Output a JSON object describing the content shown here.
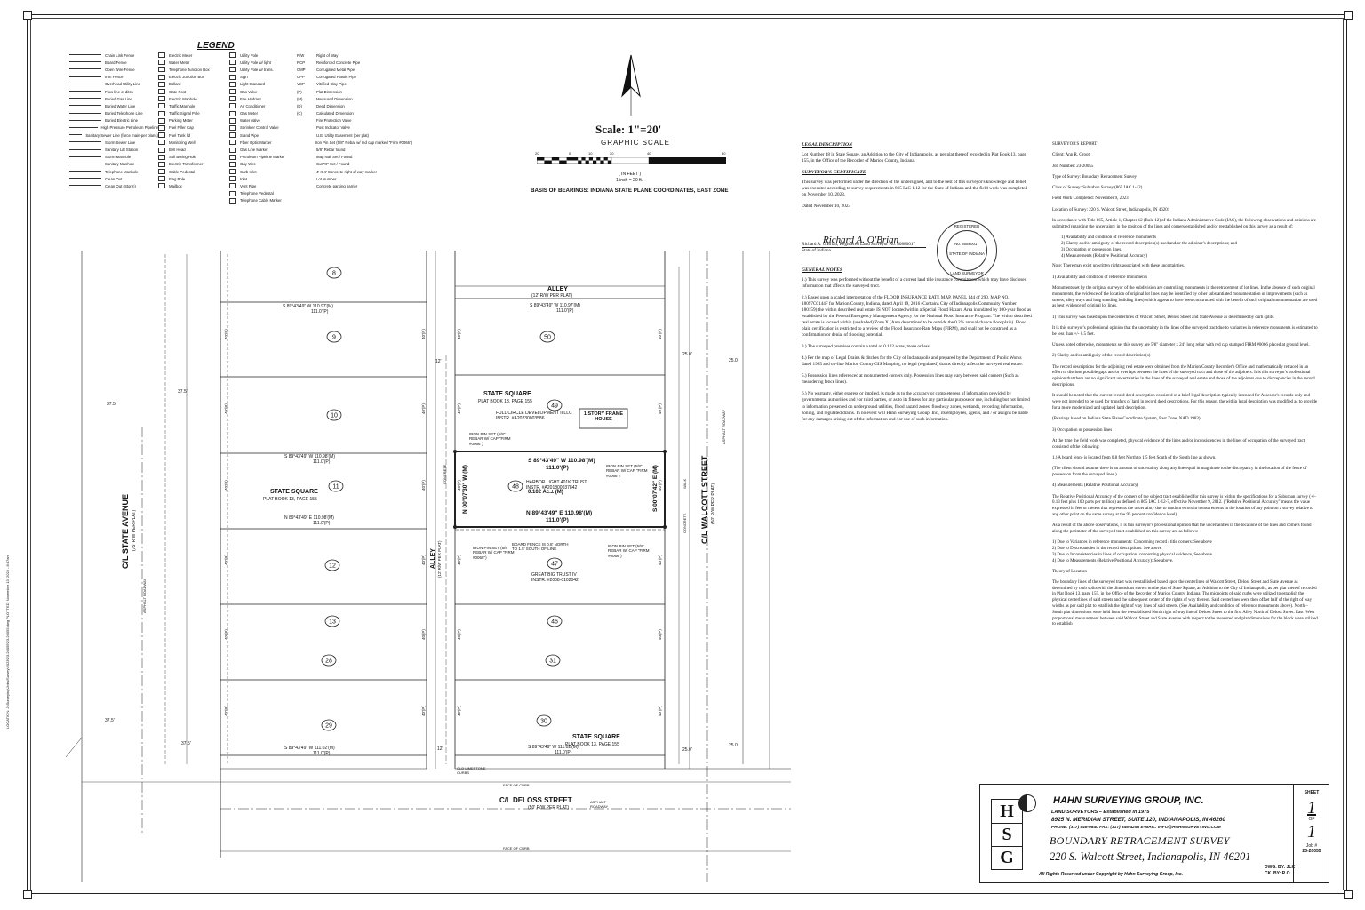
{
  "legend": {
    "title": "LEGEND",
    "col1": [
      "Chain Link Fence",
      "Board Fence",
      "Open Wire Fence",
      "Iron Fence",
      "Overhead Utility Line",
      "Flow line of ditch",
      "Buried Gas Line",
      "Buried Water Line",
      "Buried Telephone Line",
      "Buried Electric Line",
      "High Pressure Petroleum Pipeline",
      "Sanitary Sewer Line (force main-per plans)",
      "Storm Sewer Line",
      "Sanitary Lift Station",
      "Storm Manhole",
      "Sanitary Manhole",
      "Telephone Manhole",
      "Clean Out",
      "Clean Out (Storm)"
    ],
    "col2": [
      "Electric Meter",
      "Water Meter",
      "Telephone Junction Box",
      "Electric Junction Box",
      "Bollard",
      "Gate Post",
      "Electric Manhole",
      "Traffic Manhole",
      "Traffic Signal Pole",
      "Parking Meter",
      "Fuel Filler Cap",
      "Fuel Tank lid",
      "Monitoring Well",
      "Bell Head",
      "Soil Boring Hole",
      "Electric Transformer",
      "Cable Pedestal",
      "Flag Pole",
      "Mailbox"
    ],
    "col3": [
      "Utility Pole",
      "Utility Pole w/ light",
      "Utility Pole w/ trans.",
      "Sign",
      "Light Standard",
      "Gas Valve",
      "Fire Hydrant",
      "Air Conditioner",
      "Gas Meter",
      "Water Valve",
      "Sprinkler Control Valve",
      "Stand Pipe",
      "Fiber Optic Marker",
      "Gas Line Marker",
      "Petroleum Pipeline Marker",
      "Guy Wire",
      "Curb Inlet",
      "Inlet",
      "Vent Pipe",
      "Telephone Pedestal",
      "Telephone Cable Marker"
    ],
    "col4": [
      "Right of Way",
      "Reinforced Concrete Pipe",
      "Corrugated Metal Pipe",
      "Corrugated Plastic Pipe",
      "Vitrified Clay Pipe",
      "Plat Dimension",
      "Measured Dimension",
      "Deed Dimension",
      "Calculated Dimension",
      "Fire Protection Valve",
      "Post Indicator Valve",
      "U.E. Utility Easement (per plat)",
      "Iron Pin Set (5/8\" Rebar w/ red cap marked \"Firm #0066\")",
      "5/8\" Rebar found",
      "Mag Nail Set / Found",
      "Cut \"X\" Set / Found",
      "4' X 4' Concrete right of way marker",
      "Lot Number",
      "Concrete parking barrier"
    ],
    "col4_abbr": [
      "R/W",
      "RCP",
      "CMP",
      "CPP",
      "VCP",
      "(P)",
      "(M)",
      "(D)",
      "(C)",
      "",
      "",
      "",
      "",
      "",
      "",
      "",
      "",
      "",
      ""
    ]
  },
  "scale": {
    "title": "Scale: 1\"=20'",
    "graphic": "GRAPHIC SCALE",
    "ticks": [
      "20",
      "0",
      "10",
      "20",
      "40",
      "80"
    ],
    "in_feet": "( IN FEET )",
    "inch_eq": "1 inch = 20 ft.",
    "basis": "BASIS OF BEARINGS: INDIANA STATE PLANE COORDINATES, EAST ZONE"
  },
  "plat": {
    "lots": [
      "8",
      "9",
      "10",
      "11",
      "12",
      "13",
      "28",
      "29",
      "50",
      "49",
      "48",
      "47",
      "46",
      "31",
      "30"
    ],
    "state_ave": "C/L STATE AVENUE",
    "state_ave_rw": "(75' R/W PER PLAT)",
    "walcott": "C/L WALCOTT STREET",
    "walcott_rw": "(50' R/W PER PLAT)",
    "deloss": "C/L DELOSS STREET",
    "deloss_rw": "(50' R/W PER PLAT)",
    "alley_top": "ALLEY",
    "alley_top_rw": "(12' R/W PER PLAT)",
    "alley_mid": "ALLEY",
    "alley_mid_rw": "(12' R/W PER PLAT)",
    "state_square_1": "STATE SQUARE",
    "state_square_1_sub": "PLAT BOOK 13, PAGE 155",
    "state_square_2": "STATE SQUARE",
    "state_square_2_sub": "PLAT BOOK 13, PAGE 155",
    "state_square_3": "STATE SQUARE",
    "state_square_3_sub": "PLAT BOOK 13, PAGE 155",
    "owner_49": "FULL CIRCLE DEVELOPMENT II LLC",
    "instr_49": "INSTR. #A20230003586",
    "owner_48": "HARBOR LIGHT 401K TRUST",
    "instr_48": "INSTR. #A201800037842",
    "area_48": "0.102 Ac.± (M)",
    "owner_47": "GREAT BIG TRUST IV",
    "instr_47": "INSTR. #2008-0102042",
    "frame_house": "1 STORY FRAME HOUSE",
    "bearing_top": "S 89°43'49\" W  110.98'(M)",
    "bearing_top_p": "111.0'(P)",
    "bearing_bottom": "N 89°43'49\" E  110.98'(M)",
    "bearing_bottom_p": "111.0'(P)",
    "bearing_left": "N 00°07'30\" W (M)",
    "bearing_right": "S 00°07'42\" E (M)",
    "dim_40": "40'(P)",
    "label_s_top": "S 89°43'49\" W  110.97'(M)",
    "label_s_top_p": "111.0'(P)",
    "label_9": "S 89°43'49\" W  110.98'(M)",
    "label_11": "N 89°43'49\" E  110.98'(M)",
    "label_29": "S 89°43'49\" W  111.02'(M)",
    "label_30": "S 89°43'49\" W  111.02'(M)",
    "pin_1": "IRON PIN SET (5/8\" REBAR W/ CAP \"FIRM #0066\")",
    "pin_2": "IRON PIN SET (5/8\" REBAR W/ CAP \"FIRM #0066\")",
    "pin_3": "IRON PIN SET (5/8\" REBAR W/ CAP \"FIRM #0066\")",
    "pin_4": "IRON PIN SET (5/8\" REBAR W/ CAP \"FIRM #0066\")",
    "fence_note": "BOARD FENCE IS 0.8' NORTH TO 1.5' SOUTH OF LINE",
    "old_curbs": "OLD LIMESTONE CURBS",
    "face_curb": "FACE OF CURB",
    "asphalt": "ASPHALT ROADWAY",
    "concrete": "CONCRETE",
    "walk": "WALK",
    "d375": "37.5'",
    "d250": "25.0'",
    "d12": "12'"
  },
  "notes": {
    "legal_h": "LEGAL DESCRIPTION",
    "legal": "Lot Number 48 in State Square, an Addition to the City of Indianapolis, as per plat thereof recorded in Plat Book 13, page 155, in the Office of the Recorder of Marion County, Indiana.",
    "cert_h": "SURVEYOR'S CERTIFICATE",
    "cert": "This survey was performed under the direction of the undersigned, and to the best of this surveyor's knowledge and belief was executed according to survey requirements in 865 IAC 1.12 for the State of Indiana and the field work was completed on November 10, 2023.",
    "dated": "Dated November 10, 2023",
    "signature": "Richard A. O'Brian",
    "surveyor": "Richard A. O'Brian, Registered Land Surveyor No. 80880017",
    "state": "State of Indiana",
    "seal_reg": "REGISTERED",
    "seal_no": "No. 80880017",
    "seal_state": "STATE OF INDIANA",
    "seal_ls": "LAND SURVEYOR",
    "general_h": "GENERAL NOTES",
    "n1": "1.) This survey was performed without the benefit of a current land title insurance commitment which may have disclosed information that affects the surveyed tract.",
    "n2": "2.) Based upon a scaled interpretation of the FLOOD INSURANCE RATE MAP, PANEL 144 of 290, MAP NO. 18097C0144F for Marion County, Indiana, dated April 19, 2016 (Contains City of Indianapolis Community Number 180159) the within described real estate IS NOT located within a Special Flood Hazard Area inundated by 100-year flood as established by the Federal Emergency Management Agency for the National Flood Insurance Program. The within described real estate is located within (unshaded) Zone X (Area determined to be outside the 0.2% annual chance floodplain). Flood plain certification is restricted to a review of the Flood Insurance Rate Maps (FIRM), and shall not be construed as a confirmation or denial of flooding potential.",
    "n3": "3.) The surveyed premises contain a total of 0.102 acres, more or less.",
    "n4": "4.) Per the map of Legal Drains & ditches for the City of Indianapolis and prepared by the Department of Public Works dated 1985 and on-line Marion County GIS Mapping, no legal (regulated) drains directly affect the surveyed real estate.",
    "n5": "5.) Possession lines referenced at monumented corners only. Possession lines may vary between said corners (Such as meandering fence lines).",
    "n6": "6.) No warranty, either express or implied, is made as to the accuracy or completeness of information provided by governmental authorities and / or third parties, or as to its fitness for any particular purpose or use, including but not limited to information presented on underground utilities, flood hazard zones, floodway zones, wetlands, recording information, zoning, and regulated drains. In no event will Hahn Surveying Group, Inc., its employees, agents, and / or assigns be liable for any damages arising out of the information and / or use of such information."
  },
  "report": {
    "h": "SURVEYOR'S REPORT",
    "client": "Client: Ann R. Groot",
    "job": "Job Number: 23-20055",
    "type": "Type of Survey: Boundary Retracement Survey",
    "class": "Class of Survey: Suburban Survey (865 IAC 1-12)",
    "field": "Field Work Completed: November 9, 2023",
    "loc": "Location of Survey: 220 S. Walcott Street, Indianapolis, IN 46201",
    "p1": "In accordance with Title 865, Article 1, Chapter 12 (Rule 12) of the Indiana Administrative Code (IAC), the following observations and opinions are submitted regarding the uncertainty in the position of the lines and corners established and/or reestablished on this survey as a result of:",
    "l1": "1) Availability and condition of reference monuments",
    "l2": "2) Clarity and/or ambiguity of the record description(s) used and/or the adjoiner's descriptions; and",
    "l3": "3) Occupation or possession lines.",
    "l4": "4) Measurements (Relative Positional Accuracy)",
    "note": "Note: There may exist unwritten rights associated with these uncertainties.",
    "s1": "1) Availability and condition of reference monuments",
    "s1p": "Monuments set by the original surveyor of the subdivision are controlling monuments in the retracement of lot lines. In the absence of such original monuments, the evidence of the location of original lot lines may be identified by other substantiated monumentation or improvements (such as streets, alley ways and long standing building lines) which appear to have been constructed with the benefit of such original monumentation are used as best evidence of original lot lines.",
    "s1b": "1) This survey was based upon the centerlines of Walcott Street, Deloss Street and State Avenue as determined by curb splits.",
    "s1c": "It is this surveyor's professional opinion that the uncertainty in the lines of the surveyed tract due to variances in reference monuments is estimated to be less than +/- 0.5 feet.",
    "s1d": "Unless noted otherwise, monuments set this survey are 5/8\" diameter x 24\" long rebar with red cap stamped FIRM #0066 placed at ground level.",
    "s2": "2) Clarity and/or ambiguity of the record description(s)",
    "s2p": "The record descriptions for the adjoining real estate were obtained from the Marion County Recorder's Office and mathematically retraced in an effort to disclose possible gaps and/or overlaps between the lines of the surveyed tract and those of the adjoiners. It is this surveyor's professional opinion that there are no significant uncertainties in the lines of the surveyed real estate and those of the adjoiners due to discrepancies in the record descriptions.",
    "s2b": "It should be noted that the current record deed description consisted of a brief legal description typically intended for Assessor's records only and were not intended to be used for transfers of land in record deed descriptions. For this reason, the within legal description was modified as to provide for a more modernized and updated land description.",
    "s2c": "(Bearings based on Indiana State Plane Coordinate System, East Zone, NAD 1983)",
    "s3": "3) Occupation or possession lines",
    "s3p": "At the time the field work was completed, physical evidence of the lines and/or inconsistencies in the lines of occupation of the surveyed tract consisted of the following:",
    "s3b": "1.) A board fence is located from 0.8 feet North to 1.5 feet South of the South line as shown.",
    "s3c": "(The client should assume there is an amount of uncertainty along any line equal in magnitude to the discrepancy in the location of the fence of possession from the surveyed lines.)",
    "s4": "4) Measurements (Relative Positional Accuracy)",
    "s4p": "The Relative Positional Accuracy of the corners of the subject tract established for this survey is within the specifications for a Suburban survey (+/- 0.13 feet plus 100 parts per million) as defined in 865 IAC 1-12-7, effective November 9, 2012. (\"Relative Positional Accuracy\" means the value expressed in feet or meters that represents the uncertainty due to random errors in measurements in the location of any point on a survey relative to any other point on the same survey at the 95 percent confidence level).",
    "s5p": "As a result of the above observations, it is this surveyor's professional opinion that the uncertainties in the locations of the lines and corners found along the perimeter of the surveyed tract established on this survey are as follows:",
    "r1": "1) Due to Variances in reference monuments: Concerning record / title corners: See above",
    "r2": "2) Due to Discrepancies in the record descriptions: See above",
    "r3": "3) Due to Inconsistencies in lines of occupation: concerning physical evidence, See above",
    "r4": "4) Due to Measurements (Relative Positional Accuracy): See above.",
    "theory": "Theory of Location",
    "theory_p": "The boundary lines of the surveyed tract was reestablished based upon the centerlines of Walcott Street, Deloss Street and State Avenue as determined by curb splits with the dimensions shown on the plat of State Square, an Addition to the City of Indianapolis, as per plat thereof recorded in Plat Book 13, page 155, in the Office of the Recorder of Marion County, Indiana. The midpoints of said curbs were utilized to establish the physical centerlines of said streets and the subsequent center of the rights of way thereof. Said centerlines were then offset half of the right of way widths as per said plat to establish the right of way lines of said streets. (See Availability and condition of reference monuments above). North – South plat dimensions were held from the reestablished North right of way line of Deloss Street to the first Alley North of Deloss Street. East -West proportional measurement between said Walcott Street and State Avenue with respect to the measured and plat dimensions for the block were utilized to establish"
  },
  "titleblock": {
    "company": "HAHN SURVEYING GROUP, INC.",
    "sub": "LAND SURVEYORS – Established in 1975",
    "addr": "8925 N. MERIDIAN STREET, SUITE 120, INDIANAPOLIS, IN 46260",
    "phone": "PHONE: (317) 846-0840  FAX: (317) 846-4298  E-MAIL: INFO@HAHNSURVEYING.COM",
    "title": "BOUNDARY RETRACEMENT SURVEY",
    "loc": "220 S. Walcott Street, Indianapolis, IN 46201",
    "rights": "All Rights Reserved under Copyright by Hahn Surveying Group, Inc.",
    "dwg": "DWG. BY: JLK",
    "ck": "CK. BY: R.O.",
    "sheet_label": "SHEET",
    "sheet_no": "1",
    "of": "OF",
    "sheet_total": "1",
    "job_label": "Job #",
    "job_no": "23-20055",
    "logo_h": "H",
    "logo_s": "S",
    "logo_g": "G"
  },
  "sidefile": "LOCATION: J:\\Surveying\\Jobs\\Survey\\2023\\23-20055\\23-20055.dwg  PLOTTED: November 13, 2023 - 8:47am"
}
